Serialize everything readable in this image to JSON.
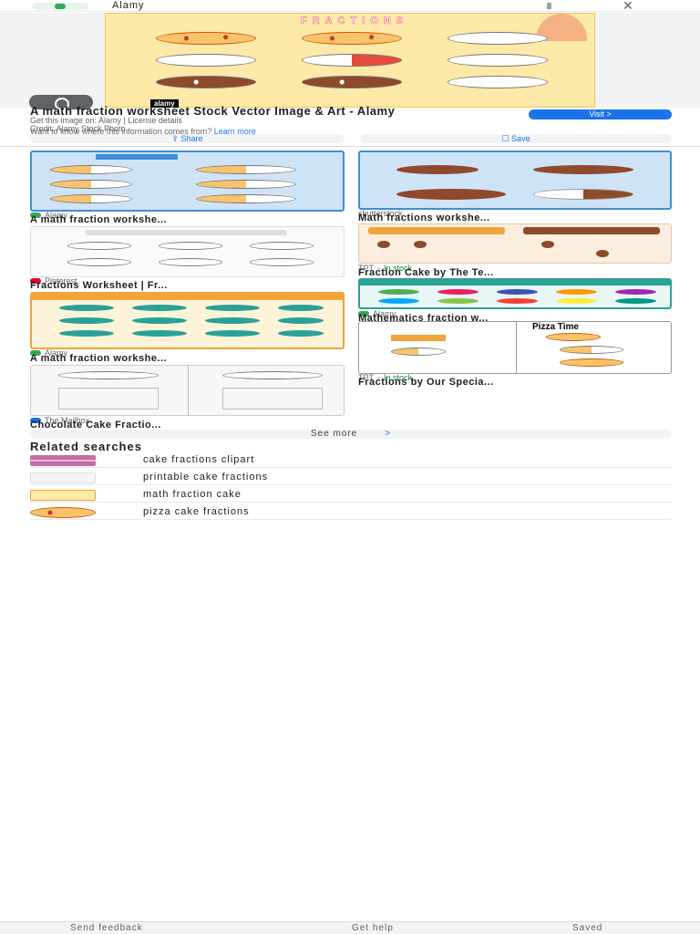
{
  "topbar": {
    "site": "Alamy"
  },
  "hero": {
    "title_letters": [
      "F",
      "R",
      "A",
      "C",
      "T",
      "I",
      "O",
      "N",
      "S"
    ],
    "brand": "alamy"
  },
  "info": {
    "title": "A math fraction worksheet Stock Vector Image & Art - Alamy",
    "visit": "Visit  >",
    "get_image": "Get this image on: Alamy | License details",
    "credit": "Credit: Alamy Stock Photo",
    "want_to_know": "Want to know where this information comes from?",
    "learn_more": "Learn more",
    "share": "Share",
    "save": "Save"
  },
  "results": [
    {
      "source": "Alamy",
      "title": "A math fraction workshe..."
    },
    {
      "source": "Pinterest",
      "title": "Fractions Worksheet | Fr..."
    },
    {
      "source": "Alamy",
      "title": "A math fraction workshe..."
    },
    {
      "source": "The Mailbox",
      "title": "Chocolate Cake Fractio..."
    },
    {
      "source": "shutterstock",
      "title": "Math fractions workshe..."
    },
    {
      "source": "TPT",
      "stock": "In stock",
      "title": "Fraction Cake by The Te..."
    },
    {
      "source": "Alamy",
      "title": "Mathematics fraction w..."
    },
    {
      "source": "TPT",
      "stock": "In stock",
      "title": "Fractions by Our Specia..."
    }
  ],
  "pizza_time": "Pizza Time",
  "see_more": "See more",
  "related": {
    "heading": "Related searches",
    "items": [
      "cake fractions clipart",
      "printable cake fractions",
      "math fraction cake",
      "pizza cake fractions"
    ]
  },
  "footer": {
    "feedback": "Send feedback",
    "help": "Get help",
    "saved": "Saved"
  },
  "colors": {
    "accent": "#1a73e8",
    "stock": "#188038"
  }
}
